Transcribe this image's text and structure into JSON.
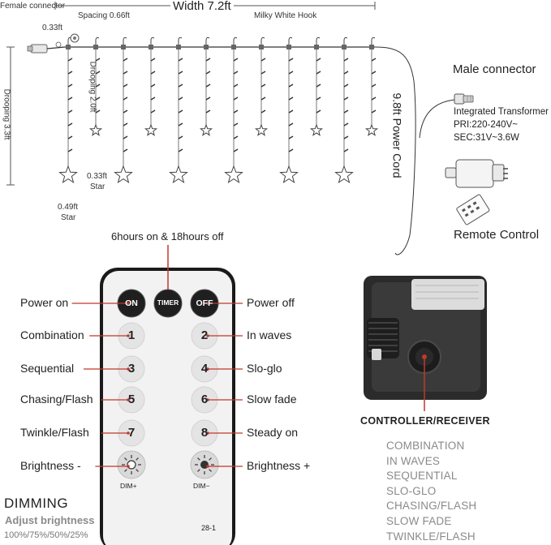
{
  "top": {
    "female_connector": "Female connector",
    "width": "Width 7.2ft",
    "spacing": "Spacing 0.66ft",
    "hook": "Milky White Hook",
    "lead": "0.33ft",
    "drooping_left": "Drooping 3.3ft",
    "drooping_mid": "Drooping 2.0ft",
    "small_star_size": "0.33ft",
    "small_star_word": "Star",
    "big_star_size": "0.49ft",
    "big_star_word": "Star",
    "power_cord": "9.8ft Power Cord",
    "male_connector": "Male connector",
    "transformer_title": "Integrated Transformer",
    "transformer_pri": "PRI:220-240V~",
    "transformer_sec": "SEC:31V~3.6W",
    "remote_control": "Remote Control"
  },
  "remote": {
    "timer_caption": "6hours on & 18hours off",
    "on": "ON",
    "timer": "TIMER",
    "off": "OFF",
    "keys": [
      "1",
      "2",
      "3",
      "4",
      "5",
      "6",
      "7",
      "8"
    ],
    "dim_plus": "DIM+",
    "dim_minus": "DIM−",
    "model": "28-1",
    "left_labels": [
      "Power on",
      "Combination",
      "Sequential",
      "Chasing/Flash",
      "Twinkle/Flash",
      "Brightness -"
    ],
    "right_labels": [
      "Power off",
      "In waves",
      "Slo-glo",
      "Slow fade",
      "Steady on",
      "Brightness +"
    ],
    "dimming": "DIMMING",
    "adjust": "Adjust brightness",
    "levels": "100%/75%/50%/25%"
  },
  "controller": {
    "title": "CONTROLLER/RECEIVER",
    "modes": [
      "COMBINATION",
      "IN WAVES",
      "SEQUENTIAL",
      "SLO-GLO",
      "CHASING/FLASH",
      "SLOW FADE",
      "TWINKLE/FLASH"
    ]
  },
  "colors": {
    "accent_red": "#c0392b",
    "remote_body": "#f2f2f2",
    "remote_edge": "#1a1a1a",
    "mode_text": "#8a8a8a"
  }
}
